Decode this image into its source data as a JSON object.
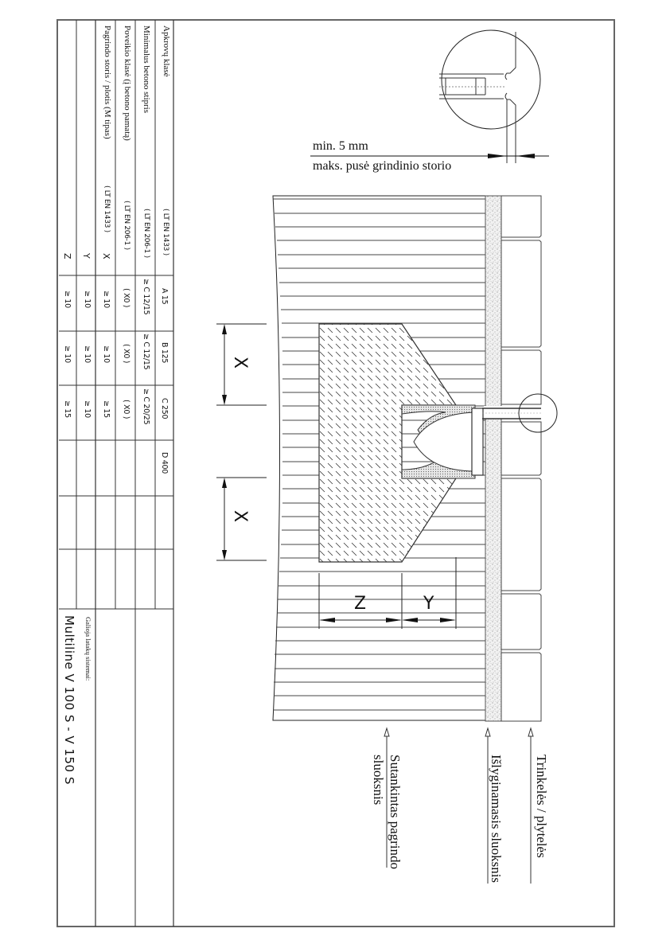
{
  "table": {
    "row_headers": [
      {
        "label": "Apkrovų klasė",
        "standard": "( LT EN 1433 )"
      },
      {
        "label": "Minimalus betono stipris",
        "standard": "( LT EN 206-1 )"
      },
      {
        "label": "Poveikio klasė (į betono pamatą)",
        "standard": "( LT EN 206-1 )"
      },
      {
        "label": "Pagrindo storis / plotis (M tipas)",
        "standard": "( LT EN 1433 )",
        "sub": "X"
      },
      {
        "label": "",
        "standard": "",
        "sub": "Y"
      },
      {
        "label": "",
        "standard": "",
        "sub": "Z"
      }
    ],
    "columns": [
      {
        "class": "A 15",
        "strength": "≥ C 12/15",
        "exposure": "( X0 )",
        "x": "≥ 10",
        "y": "≥ 10",
        "z": "≥ 10"
      },
      {
        "class": "B 125",
        "strength": "≥ C 12/15",
        "exposure": "( X0 )",
        "x": "≥ 10",
        "y": "≥ 10",
        "z": "≥ 10"
      },
      {
        "class": "C 250",
        "strength": "≥ C 20/25",
        "exposure": "( X0 )",
        "x": "≥ 15",
        "y": "≥ 10",
        "z": "≥ 15"
      },
      {
        "class": "D 400",
        "strength": "",
        "exposure": "",
        "x": "",
        "y": "",
        "z": ""
      },
      {
        "class": "",
        "strength": "",
        "exposure": "",
        "x": "",
        "y": "",
        "z": ""
      },
      {
        "class": "",
        "strength": "",
        "exposure": "",
        "x": "",
        "y": "",
        "z": ""
      }
    ],
    "system_caption": "Galioja latakų sistemai:",
    "system_name": "Multiline V 100 S - V 150 S"
  },
  "drawing": {
    "detail_note_1": "min. 5 mm",
    "detail_note_2": "maks. pusė grindinio storio",
    "dim_x_top": "X",
    "dim_x_bottom": "X",
    "dim_z": "Z",
    "dim_y": "Y",
    "layers": {
      "paving": "Trinkelės / plytelės",
      "bedding": "Išlyginamasis sluoksnis",
      "base_1": "Sutankintas pagrindo",
      "base_2": "sluoksnis"
    }
  }
}
